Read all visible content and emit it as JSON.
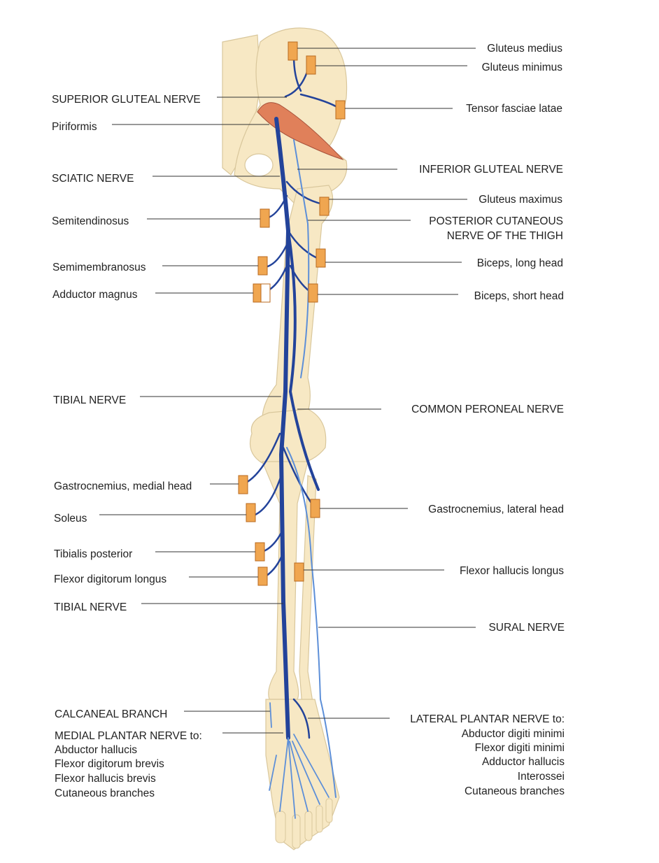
{
  "title": "Sciatic nerve and branches of the lower limb (posterior view)",
  "left_labels": [
    "SUPERIOR GLUTEAL NERVE",
    "Piriformis",
    "SCIATIC NERVE",
    "Semitendinosus",
    "Semimembranosus",
    "Adductor magnus",
    "TIBIAL NERVE",
    "Gastrocnemius, medial head",
    "Soleus",
    "Tibialis posterior",
    "Flexor digitorum longus",
    "TIBIAL NERVE",
    "CALCANEAL BRANCH",
    "MEDIAL PLANTAR NERVE to:"
  ],
  "medial_plantar_targets": [
    "Abductor hallucis",
    "Flexor digitorum brevis",
    "Flexor hallucis brevis",
    "Cutaneous branches"
  ],
  "right_labels": [
    "Gluteus medius",
    "Gluteus minimus",
    "Tensor fasciae latae",
    "INFERIOR GLUTEAL NERVE",
    "Gluteus maximus",
    "POSTERIOR CUTANEOUS",
    "NERVE OF THE THIGH",
    "Biceps, long head",
    "Biceps, short head",
    "COMMON PERONEAL NERVE",
    "Gastrocnemius, lateral head",
    "Flexor hallucis longus",
    "SURAL NERVE",
    "LATERAL PLANTAR NERVE to:"
  ],
  "lateral_plantar_targets": [
    "Abductor digiti minimi",
    "Flexor digiti minimi",
    "Adductor hallucis",
    "Interossei",
    "Cutaneous branches"
  ],
  "colors": {
    "nerve": "#23439a",
    "nerve_light": "#5d8fd8",
    "bone": "#f7e8c4",
    "muscle_marker": "#f0a650",
    "piriformis": "#e0805a"
  }
}
